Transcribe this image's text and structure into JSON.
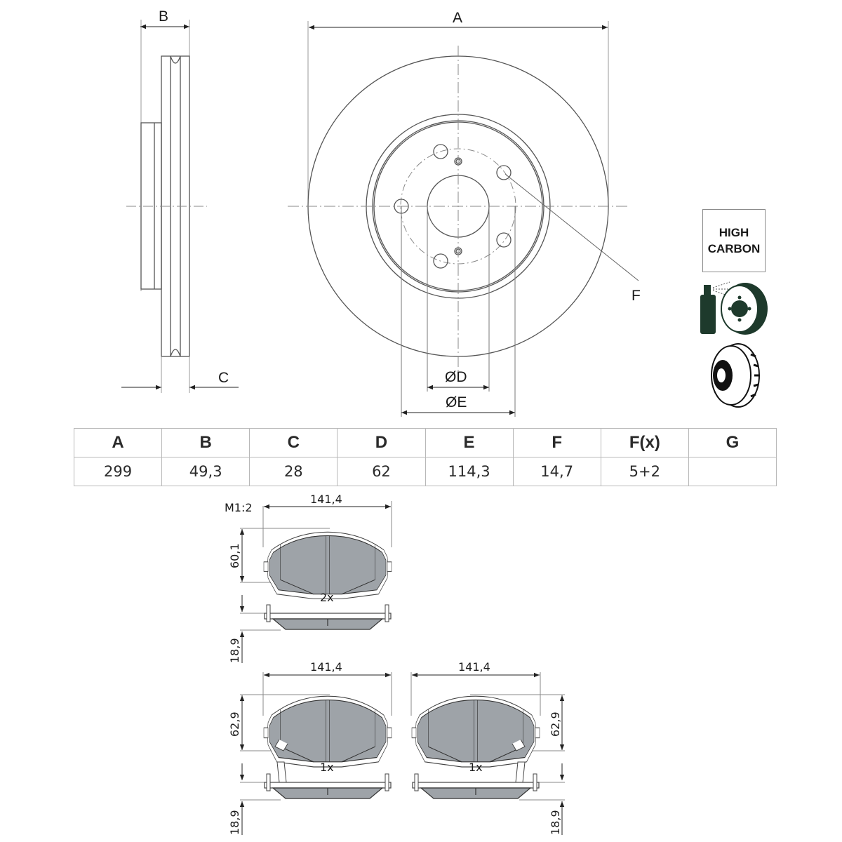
{
  "drawing": {
    "disc_side_labels": {
      "B": "B",
      "C": "C"
    },
    "disc_front_labels": {
      "A": "A",
      "F": "F",
      "D": "ØD",
      "E": "ØE"
    },
    "badges": {
      "high_carbon_line1": "HIGH",
      "high_carbon_line2": "CARBON",
      "icons": [
        "spray-coating-icon",
        "ventilated-disc-icon"
      ]
    },
    "colors": {
      "line": "#555555",
      "pad_fill": "#9ea3a8",
      "badge_dark": "#1e3a2c"
    }
  },
  "spec_table": {
    "headers": [
      "A",
      "B",
      "C",
      "D",
      "E",
      "F",
      "F(x)",
      "G"
    ],
    "values": [
      "299",
      "49,3",
      "28",
      "62",
      "114,3",
      "14,7",
      "5+2",
      ""
    ]
  },
  "pads": {
    "scale": "M1:2",
    "set1": {
      "width": "141,4",
      "height": "60,1",
      "thickness": "18,9",
      "qty": "2x"
    },
    "set2_left": {
      "width": "141,4",
      "height": "62,9",
      "thickness": "18,9",
      "qty": "1x"
    },
    "set2_right": {
      "width": "141,4",
      "height": "62,9",
      "thickness": "18,9",
      "qty": "1x"
    }
  }
}
